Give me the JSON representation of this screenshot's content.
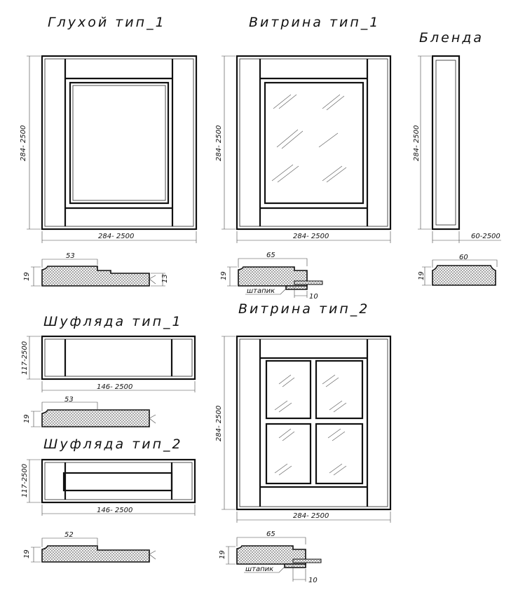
{
  "titles": {
    "blind": "Глухой тип_1",
    "vitrine1": "Витрина тип_1",
    "blenda": "Бленда",
    "drawer1": "Шуфляда тип_1",
    "vitrine2": "Витрина тип_2",
    "drawer2": "Шуфляда тип_2"
  },
  "dims": {
    "range_284": "284- 2500",
    "range_60": "60-2500",
    "range_117": "117-2500",
    "range_146": "146- 2500",
    "d53": "53",
    "d19": "19",
    "d13": "13",
    "d65": "65",
    "d10": "10",
    "d60": "60",
    "d52": "52",
    "shtapik": "штапик"
  }
}
